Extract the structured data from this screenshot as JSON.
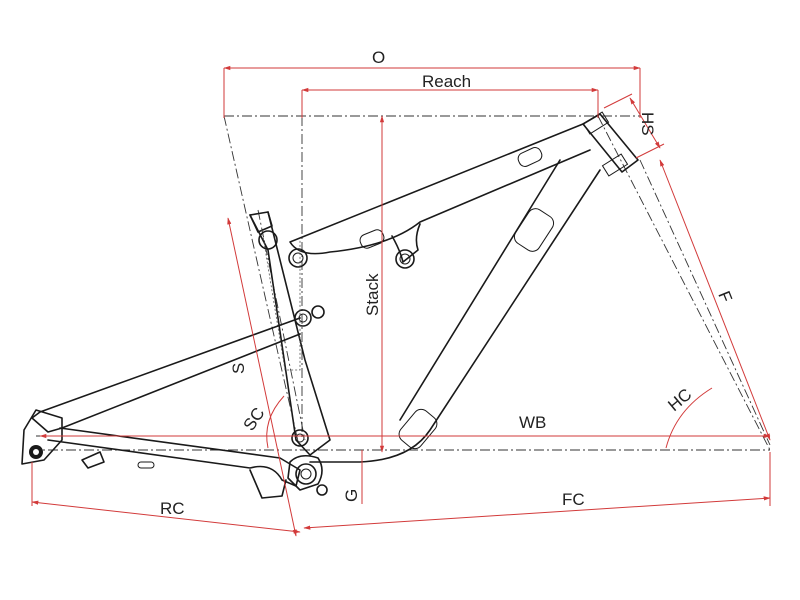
{
  "labels": {
    "o": "O",
    "reach": "Reach",
    "hs": "HS",
    "stack": "Stack",
    "f": "F",
    "s": "S",
    "sc": "SC",
    "hc": "HC",
    "wb": "WB",
    "g": "G",
    "rc": "RC",
    "fc": "FC"
  },
  "colors": {
    "dimension_line": "#d23a3a",
    "frame_line": "#1a1a1a",
    "center_line": "#333333"
  }
}
